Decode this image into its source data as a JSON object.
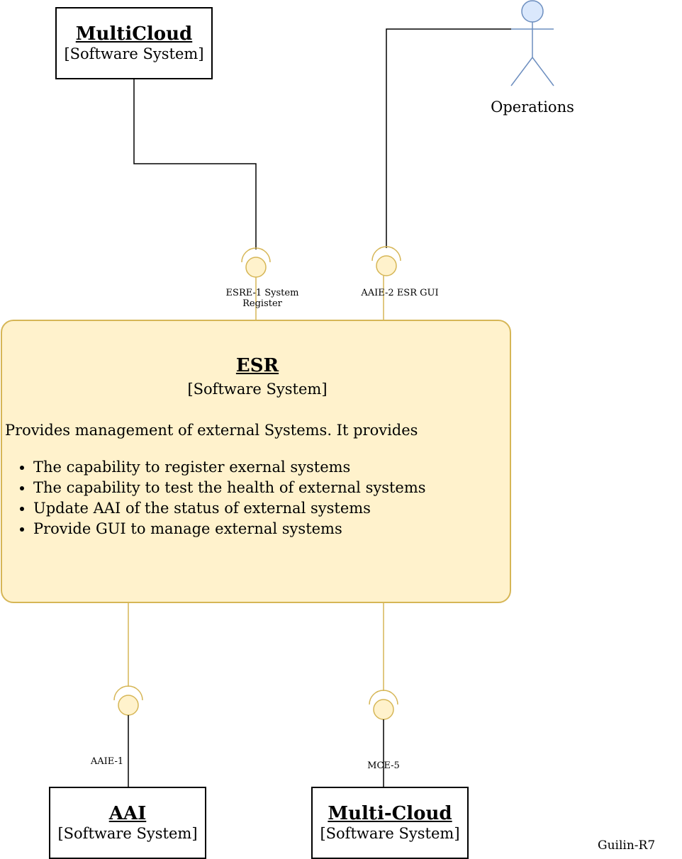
{
  "multicloud_top": {
    "name": "MultiCloud",
    "kind": "[Software System]"
  },
  "operations": {
    "label": "Operations"
  },
  "esr": {
    "name": "ESR",
    "kind": "[Software System]",
    "description": "Provides management of external Systems.  It provides",
    "capabilities": [
      "The capability to register exernal systems",
      "The capability to test the health of external systems",
      "Update AAI of the status of external systems",
      "Provide GUI to manage external systems"
    ]
  },
  "interfaces": {
    "esre1": "ESRE-1 System Register",
    "esre1_line1": "ESRE-1 System",
    "esre1_line2": "Register",
    "aaie2": "AAIE-2 ESR GUI",
    "aaie1": "AAIE-1",
    "mce5": "MCE-5"
  },
  "aai": {
    "name": "AAI",
    "kind": "[Software System]"
  },
  "multicloud_bottom": {
    "name": "Multi-Cloud",
    "kind": "[Software System]"
  },
  "version_label": "Guilin-R7",
  "colors": {
    "esr_fill": "#fff2cc",
    "esr_stroke": "#d6b656",
    "actor_fill": "#dae8fc",
    "actor_stroke": "#6c8ebf"
  }
}
